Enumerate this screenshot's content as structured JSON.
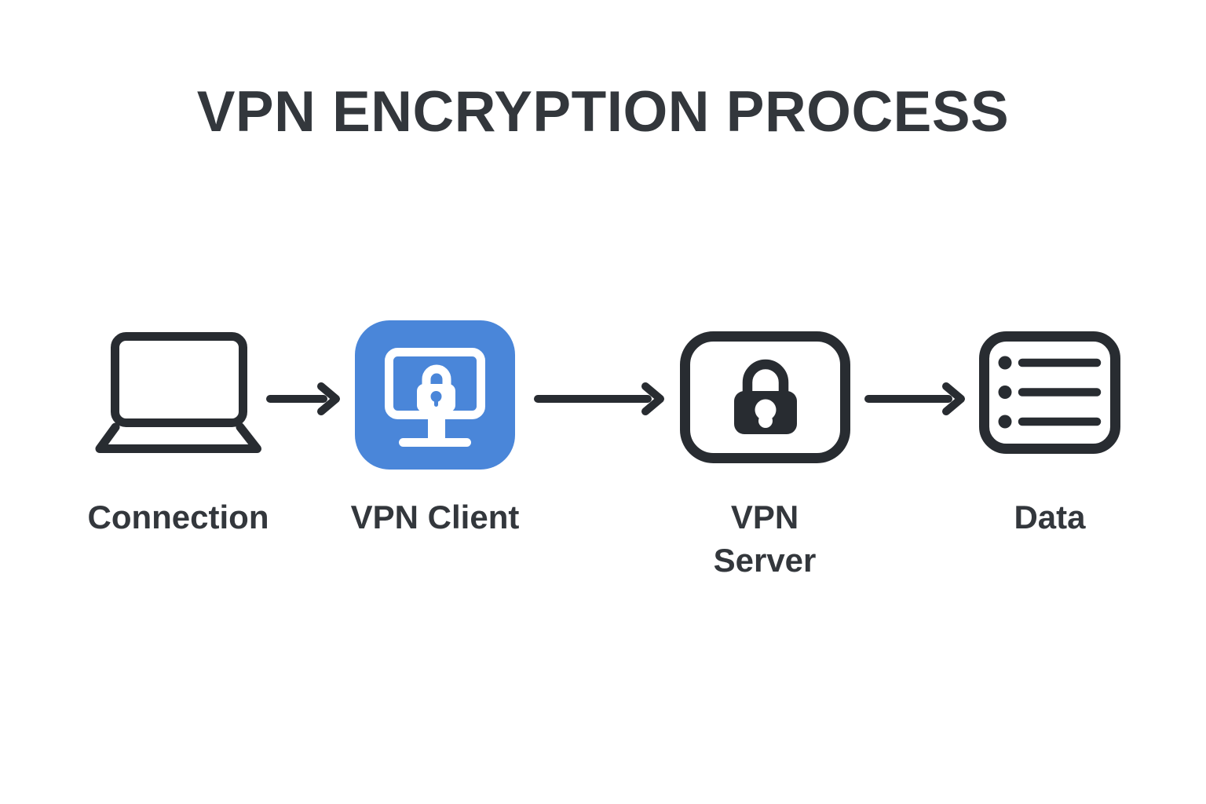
{
  "title": "VPN ENCRYPTION PROCESS",
  "colors": {
    "background": "#ffffff",
    "ink": "#282c31",
    "text": "#33373c",
    "accent_blue": "#4a86d9"
  },
  "steps": [
    {
      "label": "Connection",
      "icon": "laptop-icon"
    },
    {
      "label": "VPN Client",
      "icon": "monitor-lock-icon"
    },
    {
      "label": "VPN Server",
      "icon": "padlock-icon"
    },
    {
      "label": "Data",
      "icon": "bulleted-list-icon"
    }
  ],
  "arrows": [
    {
      "icon": "arrow-right-icon"
    },
    {
      "icon": "arrow-right-icon"
    },
    {
      "icon": "arrow-right-icon"
    }
  ]
}
